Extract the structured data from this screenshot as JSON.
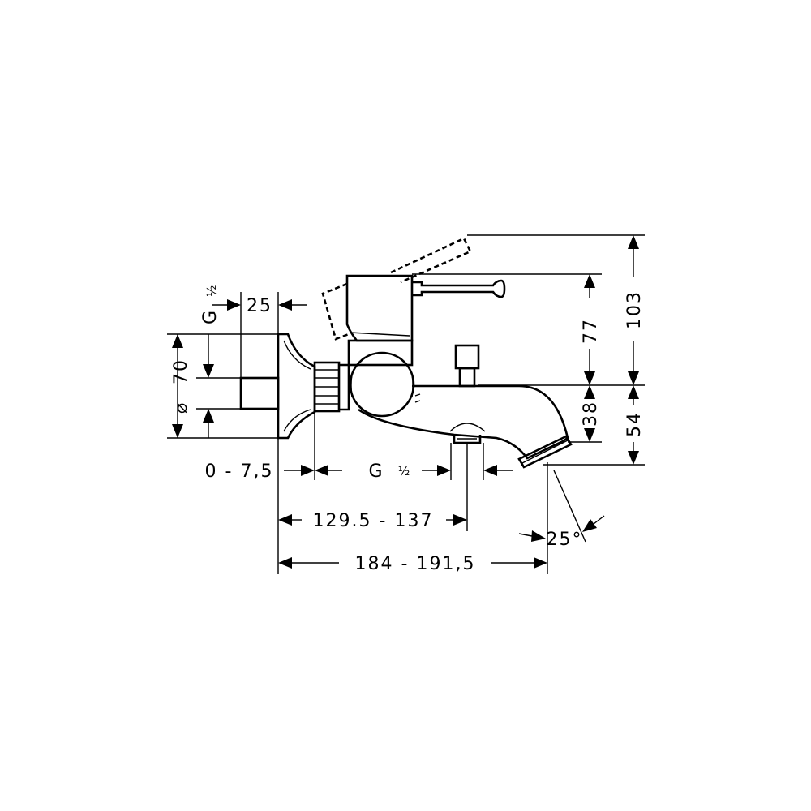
{
  "dimensions": {
    "thread_left": "G",
    "thread_left_fraction": "½",
    "depth_25": "25",
    "diameter_symbol": "⌀",
    "diameter_70": "70",
    "range_0_75": "0 - 7,5",
    "thread_bottom": "G",
    "thread_bottom_fraction": "½",
    "range_1295_137": "129.5 - 137",
    "range_184_1915": "184 - 191,5",
    "angle_25": "25°",
    "height_77": "77",
    "height_103": "103",
    "height_38": "38",
    "height_54": "54"
  },
  "colors": {
    "line": "#000000",
    "background": "#ffffff"
  }
}
